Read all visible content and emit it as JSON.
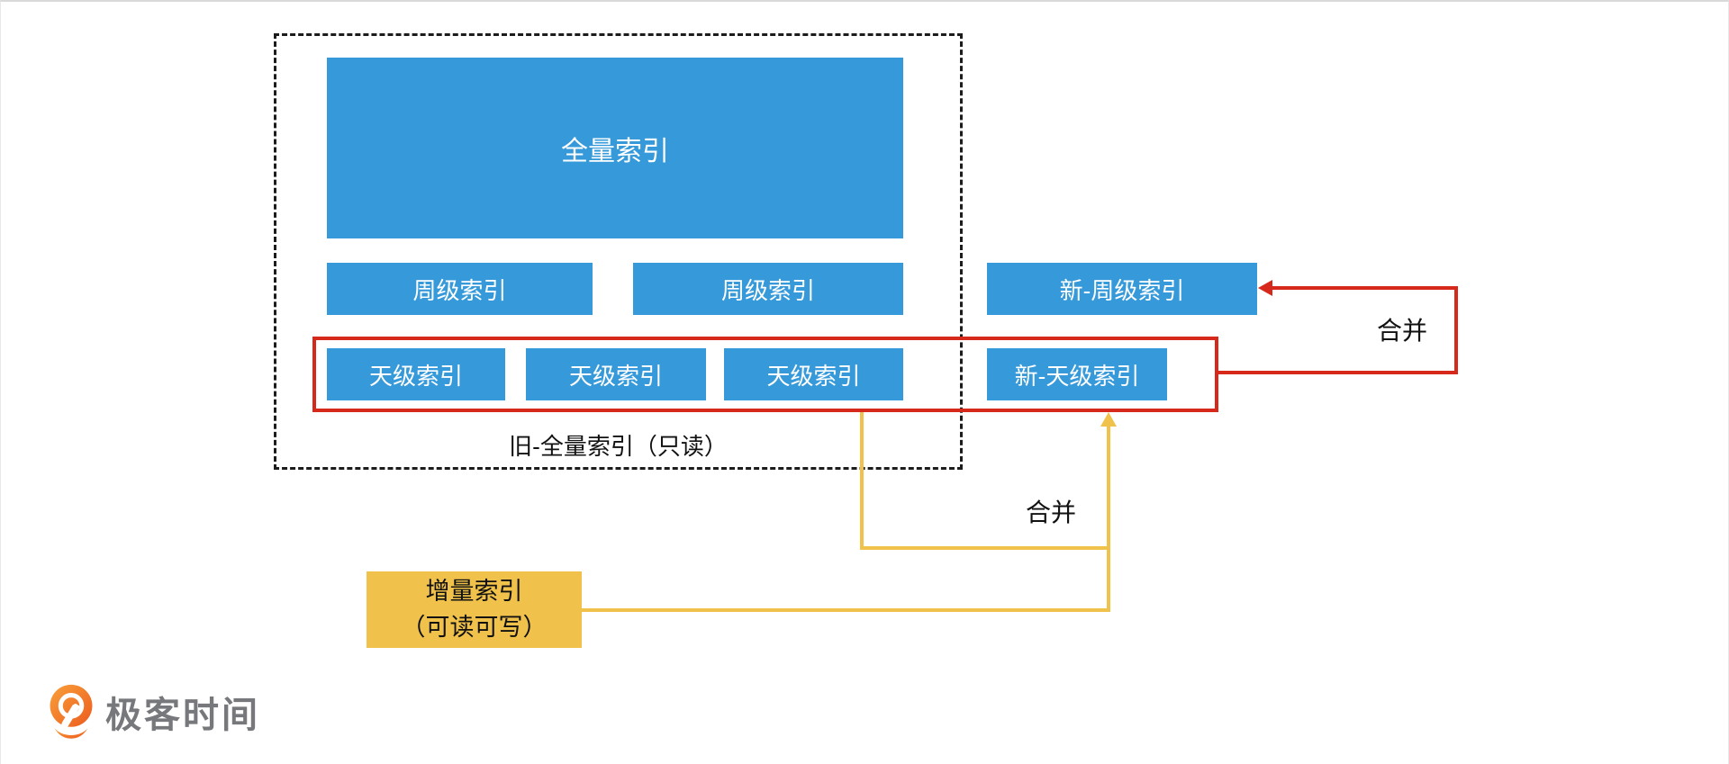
{
  "colors": {
    "blue": "#3599DA",
    "red": "#D7291B",
    "yellow": "#F0C24B",
    "logo_gray": "#77787B",
    "logo_orange": "#F0731D"
  },
  "diagram": {
    "full_index_label": "全量索引",
    "week_index_labels": [
      "周级索引",
      "周级索引"
    ],
    "new_week_index_label": "新-周级索引",
    "day_index_labels": [
      "天级索引",
      "天级索引",
      "天级索引"
    ],
    "new_day_index_label": "新-天级索引",
    "old_full_index_caption": "旧-全量索引（只读）",
    "incremental_index_line1": "增量索引",
    "incremental_index_line2": "（可读可写）",
    "merge_label_red": "合并",
    "merge_label_yellow": "合并"
  },
  "footer": {
    "brand_name": "极客时间"
  }
}
